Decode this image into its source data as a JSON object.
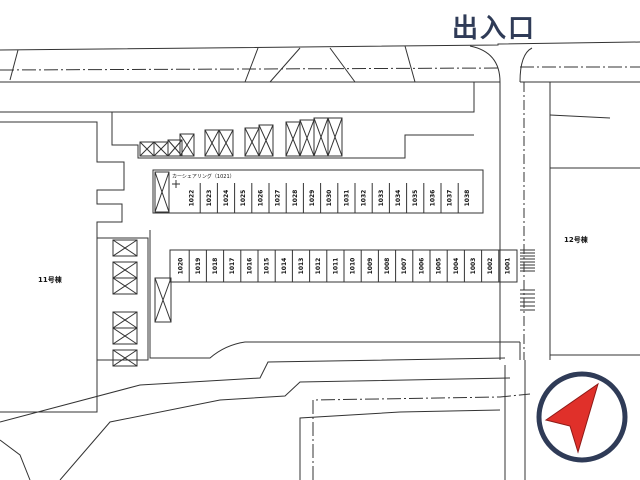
{
  "entrance": {
    "label": "出入口"
  },
  "buildings": {
    "b11": {
      "label": "11号棟"
    },
    "b12": {
      "label": "12号棟"
    }
  },
  "car_share": {
    "label": "カーシェアリング（1021）"
  },
  "parking": {
    "top_row": [
      "1022",
      "1023",
      "1024",
      "1025",
      "1026",
      "1027",
      "1028",
      "1029",
      "1030",
      "1031",
      "1032",
      "1033",
      "1034",
      "1035",
      "1036",
      "1037",
      "1038"
    ],
    "bottom_row": [
      "1020",
      "1019",
      "1018",
      "1017",
      "1016",
      "1015",
      "1014",
      "1013",
      "1012",
      "1011",
      "1010",
      "1009",
      "1008",
      "1007",
      "1006",
      "1005",
      "1004",
      "1003",
      "1002",
      "1001"
    ]
  },
  "compass": {
    "icon": "north-arrow-icon",
    "ring_color": "#2f3b57",
    "arrow_color": "#e0302a"
  }
}
